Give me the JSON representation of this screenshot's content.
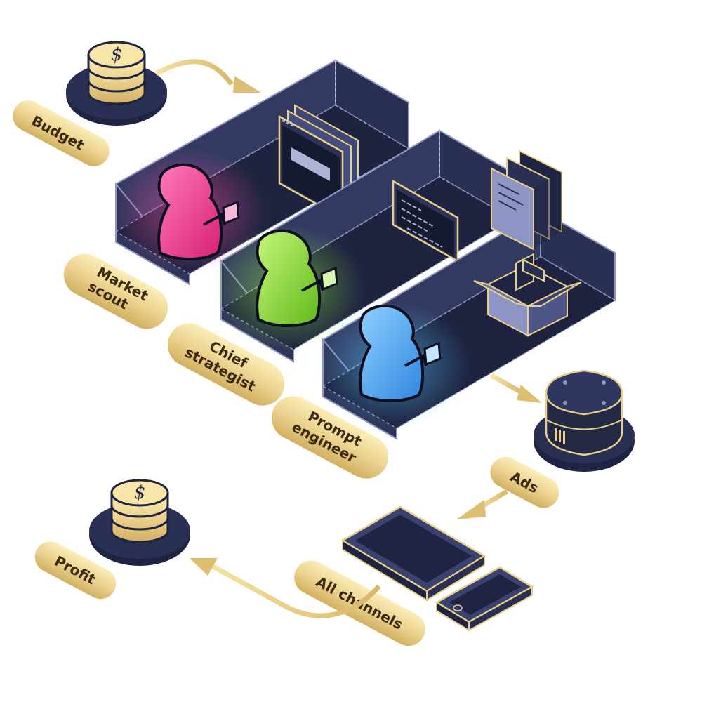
{
  "labels": {
    "budget": "Budget",
    "market_scout": [
      "Market",
      "scout"
    ],
    "chief_strategist": [
      "Chief",
      "strategist"
    ],
    "prompt_engineer": [
      "Prompt",
      "engineer"
    ],
    "ads": "Ads",
    "all_channels": "All channels",
    "profit": "Profit"
  },
  "icons": {
    "coin_symbol": "$",
    "budget_stack": "coin-stack-icon",
    "profit_stack": "coin-stack-icon",
    "server": "server-icon",
    "tablet": "tablet-icon",
    "phone": "phone-icon",
    "box": "open-box-icon",
    "documents": "documents-icon",
    "code_window": "code-window-icon",
    "browser_windows": "browser-windows-icon"
  },
  "agents": [
    {
      "role": "market_scout",
      "color": "#e8338a",
      "glow": "#ff4fa8"
    },
    {
      "role": "chief_strategist",
      "color": "#7ed321",
      "glow": "#9cff3a"
    },
    {
      "role": "prompt_engineer",
      "color": "#3d9cf0",
      "glow": "#55c8ff"
    }
  ],
  "colors": {
    "panel": "#2e3558",
    "panel_dark": "#232844",
    "panel_edge": "#8f96c0",
    "gold": "#e9d08a",
    "gold_dark": "#b99446",
    "navy": "#1f2442"
  }
}
